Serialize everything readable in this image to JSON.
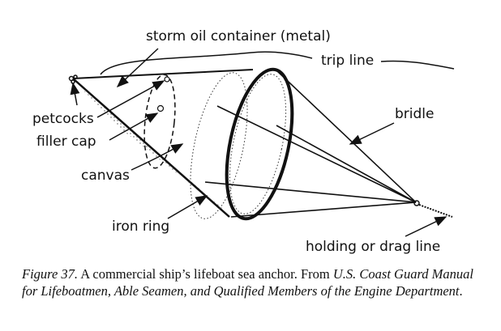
{
  "labels": {
    "storm_oil": "storm oil container (metal)",
    "trip_line": "trip line",
    "bridle": "bridle",
    "petcocks": "petcocks",
    "filler_cap": "filler cap",
    "canvas": "canvas",
    "iron_ring": "iron ring",
    "holding_line": "holding or drag line"
  },
  "caption": {
    "figure": "Figure 37.",
    "text": " A commercial ship’s lifeboat sea anchor. From ",
    "source_line1": "U.S. Coast Guard Manual",
    "source_line2": "for Lifeboatmen, Able Seamen, and Qualified Members of the Engine Department",
    "end": "."
  },
  "colors": {
    "ink": "#111111",
    "background": "#ffffff"
  }
}
